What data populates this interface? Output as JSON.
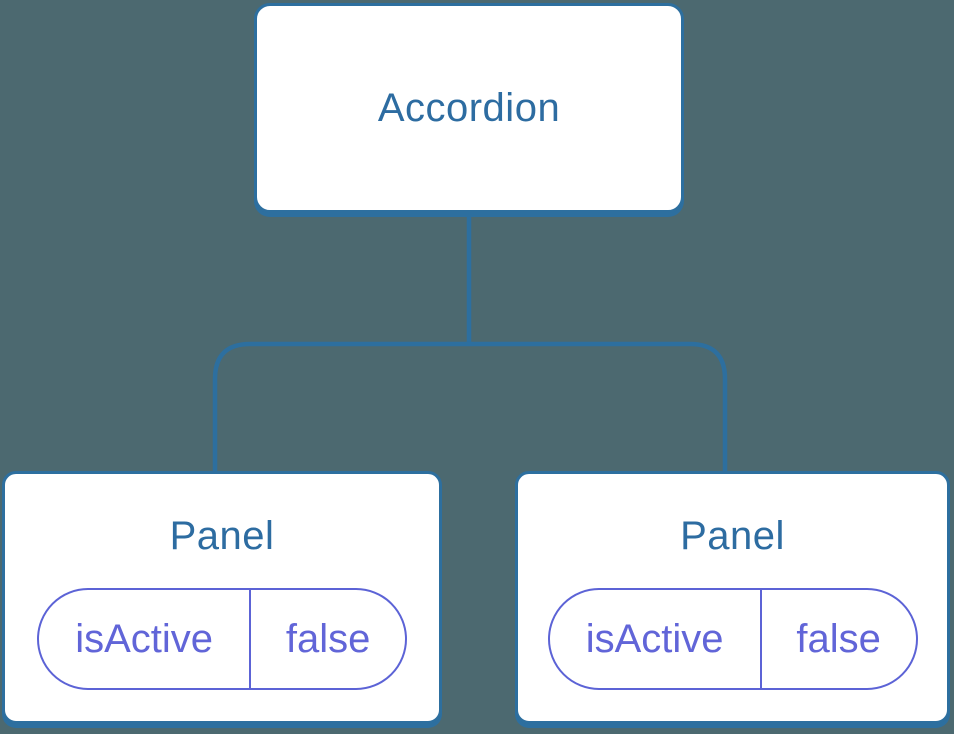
{
  "theme": {
    "background": "#4C6970",
    "node_fill": "#FFFFFF",
    "node_border": "#2D6F9F",
    "node_text": "#2D6CA1",
    "connector": "#2D6F9F",
    "prop_border": "#5C63D6",
    "prop_text": "#6165D8"
  },
  "tree": {
    "root": {
      "label": "Accordion"
    },
    "children": [
      {
        "label": "Panel",
        "props": [
          {
            "name": "isActive",
            "value": "false"
          }
        ]
      },
      {
        "label": "Panel",
        "props": [
          {
            "name": "isActive",
            "value": "false"
          }
        ]
      }
    ]
  }
}
